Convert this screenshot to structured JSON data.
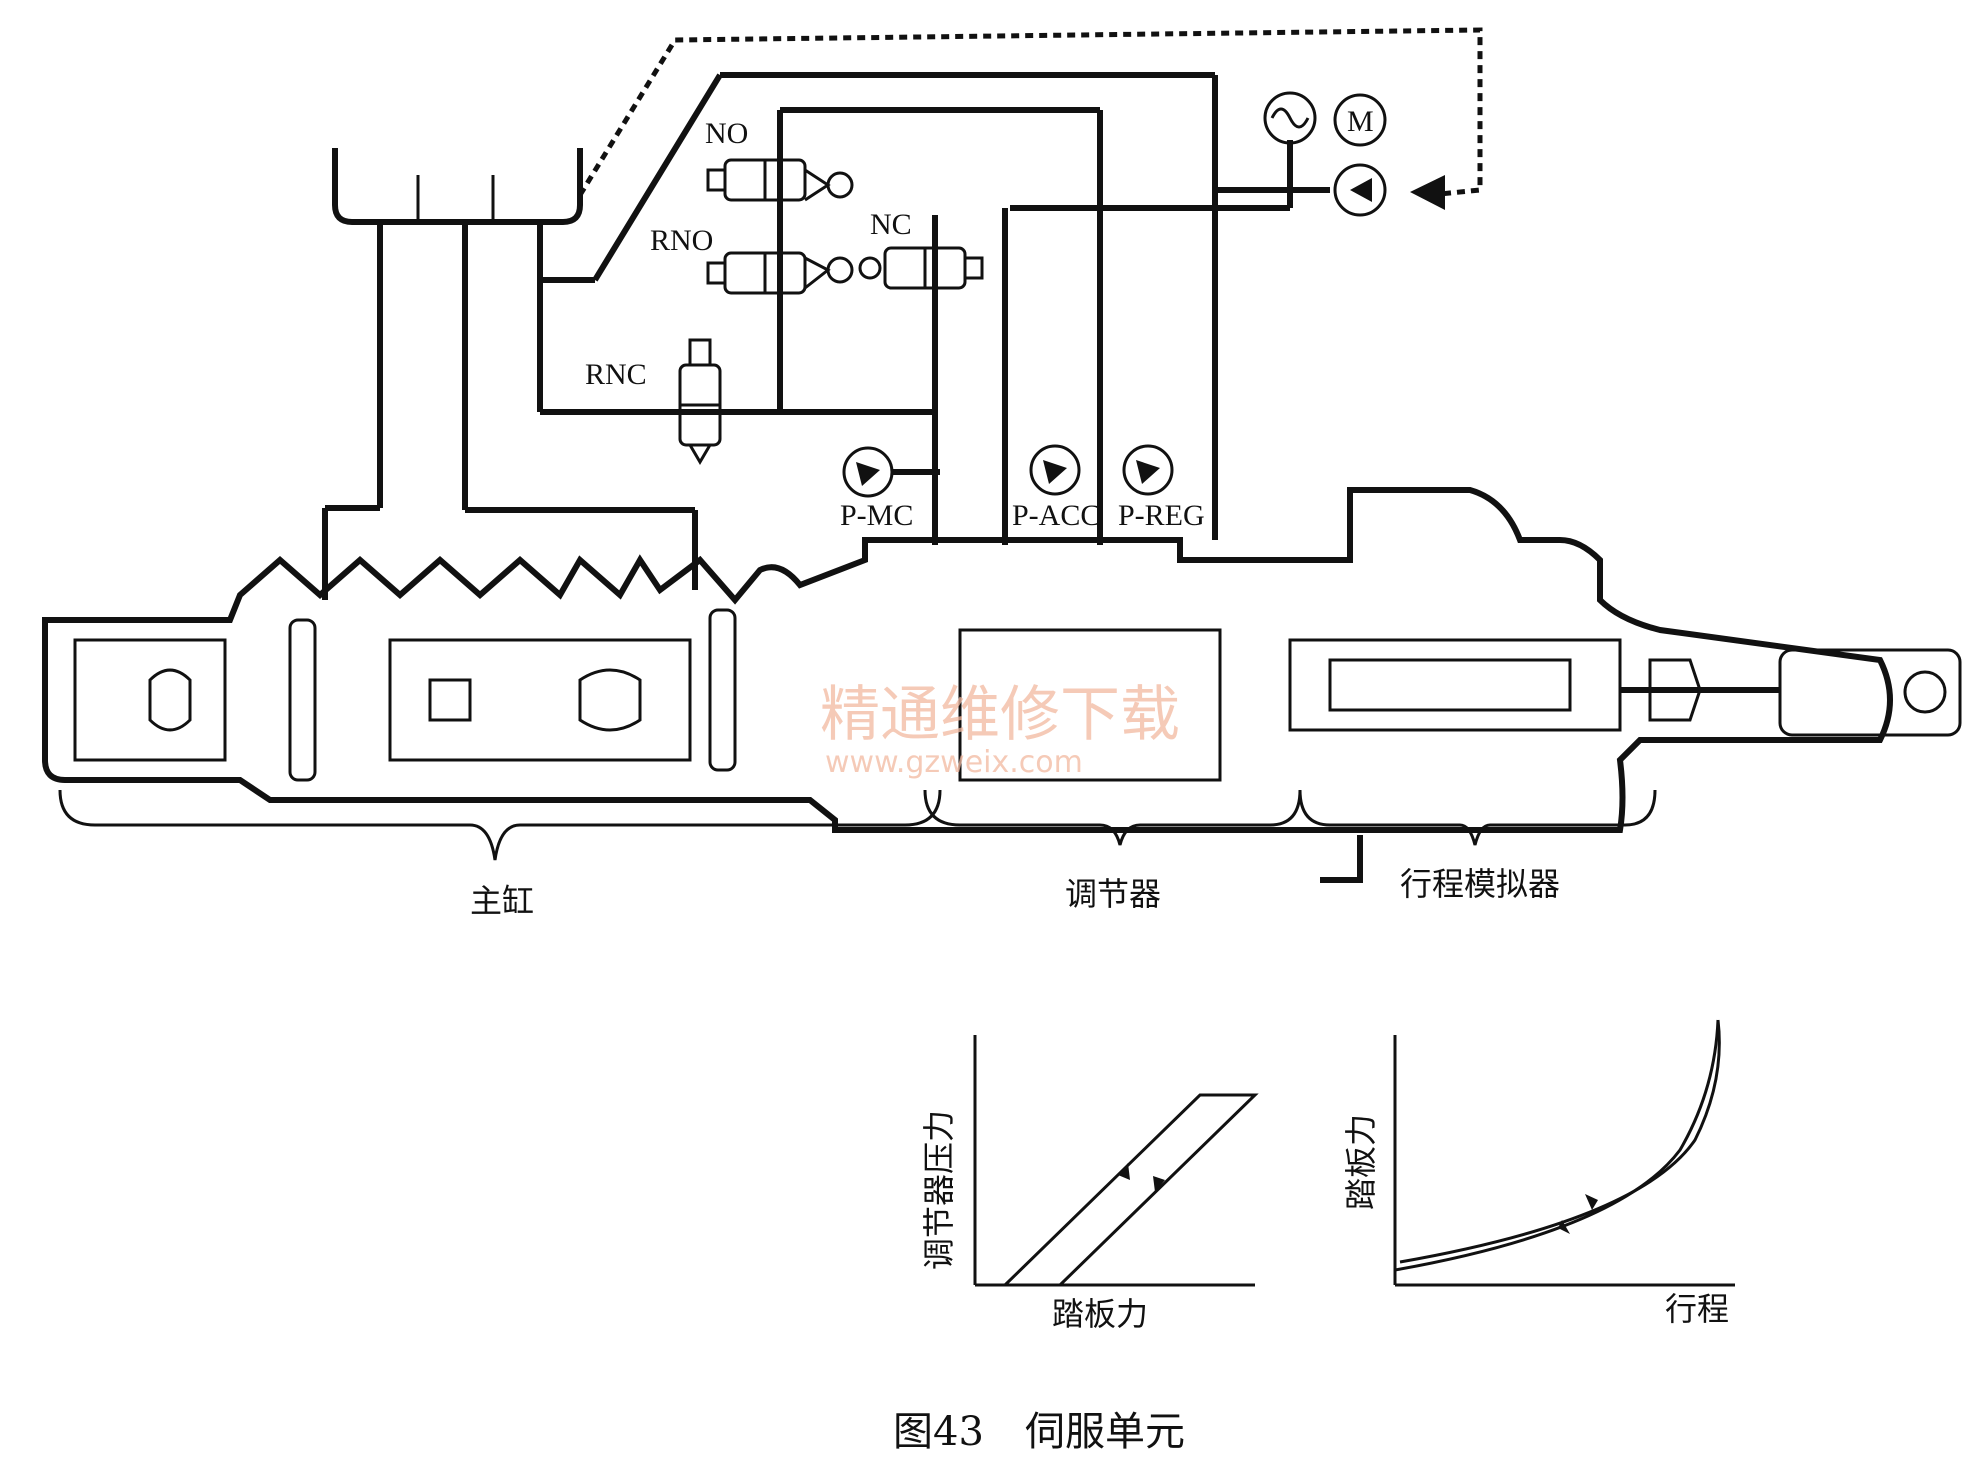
{
  "labels": {
    "no": "NO",
    "rno": "RNO",
    "nc": "NC",
    "rnc": "RNC",
    "motor": "M",
    "p_mc": "P-MC",
    "p_acc": "P-ACC",
    "p_reg": "P-REG"
  },
  "sections": {
    "master_cylinder": "主缸",
    "regulator": "调节器",
    "stroke_simulator": "行程模拟器"
  },
  "watermark": {
    "title": "精通维修下载",
    "url": "www.gzweix.com"
  },
  "graph_left": {
    "ylabel": "调节器压力",
    "xlabel": "踏板力"
  },
  "graph_right": {
    "ylabel": "踏板力",
    "xlabel": "行程"
  },
  "caption": {
    "number": "图43",
    "title": "伺服单元"
  }
}
